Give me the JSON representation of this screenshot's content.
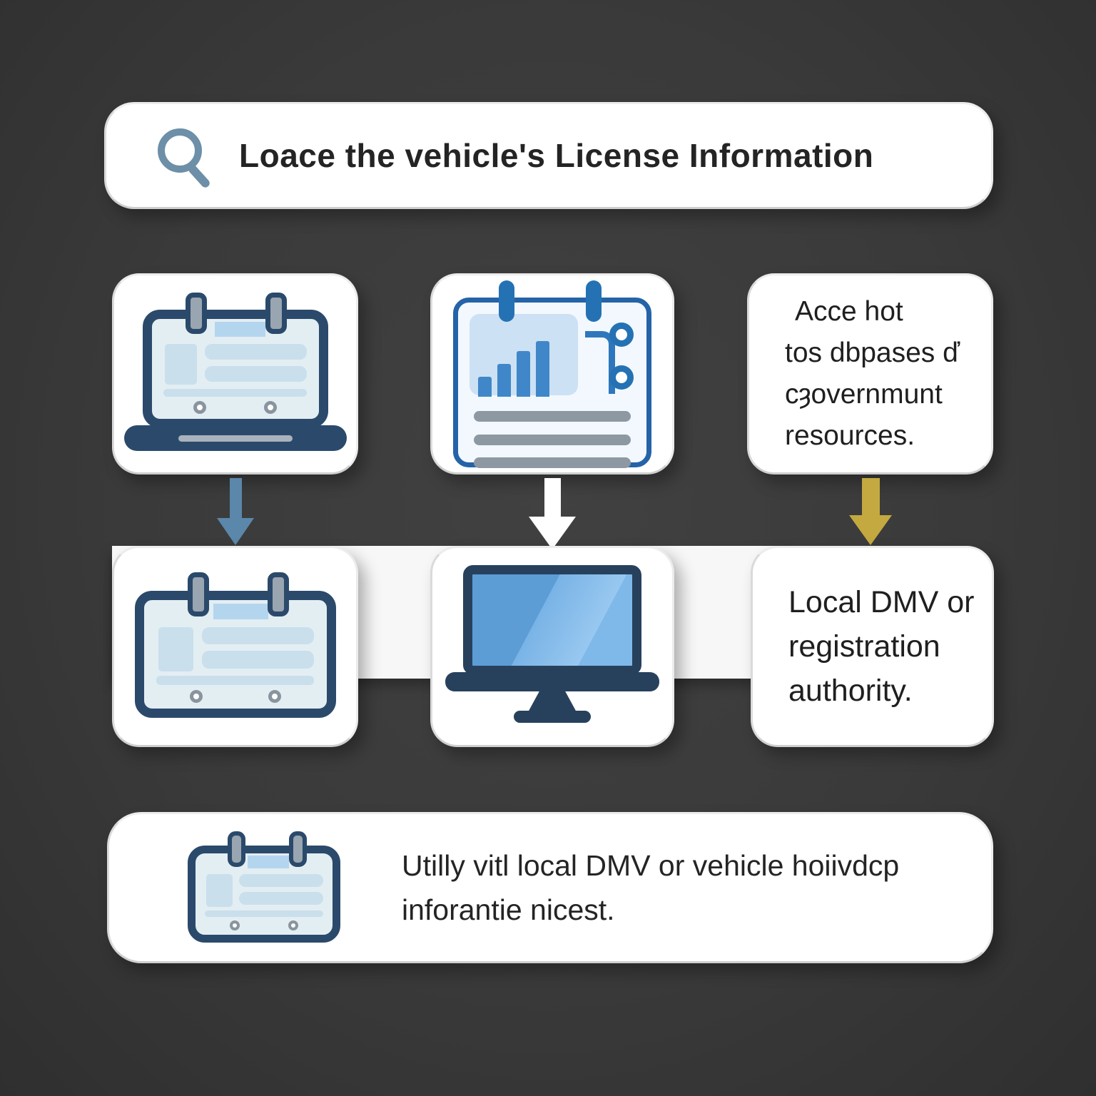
{
  "palette": {
    "text": "#242424",
    "search-icon": "#6d8fa8",
    "navy": "#2b4a6b",
    "plate-fill": "#e3eef3",
    "plate-inner": "#c9dfec",
    "plate-band": "#b4d5ee",
    "pin-gray": "#99a5b0",
    "screw-gray": "#8a949e",
    "chart-border": "#2563a8",
    "chart-pin": "#2472b4",
    "chart-blue": "#3f87c9",
    "chart-panel": "#cde1f4",
    "line-gray": "#8d98a3",
    "screen-dark": "#27415d",
    "screen-blue": "#5c9dd6",
    "screen-light": "#98c8f0"
  },
  "search_bar": {
    "label": "Loace the vehicle's License Information"
  },
  "icons": {
    "search": "search-icon (magnifying glass)",
    "row1_card1": "license-plate-laptop-icon",
    "row1_card2": "chart-board-icon",
    "row2_card1": "license-plate-icon",
    "row2_card2": "monitor-icon",
    "bottom": "license-plate-icon"
  },
  "row1": {
    "card3_lines": [
      "Acce hot",
      "tos dbpases ď",
      "cȝovernmunt",
      "resources."
    ]
  },
  "arrows": [
    {
      "name": "down-arrow-blue",
      "color": "#5b87ab"
    },
    {
      "name": "down-arrow-white",
      "color": "#ffffff"
    },
    {
      "name": "down-arrow-gold",
      "color": "#c3a93f"
    }
  ],
  "row2": {
    "card3_lines": [
      "Local DMV or",
      "registration",
      "authority."
    ]
  },
  "bottom_bar": {
    "lines": [
      "Utilly vitl local  DMV or vehicle hoiivdcp",
      "inforantie nicest."
    ]
  }
}
